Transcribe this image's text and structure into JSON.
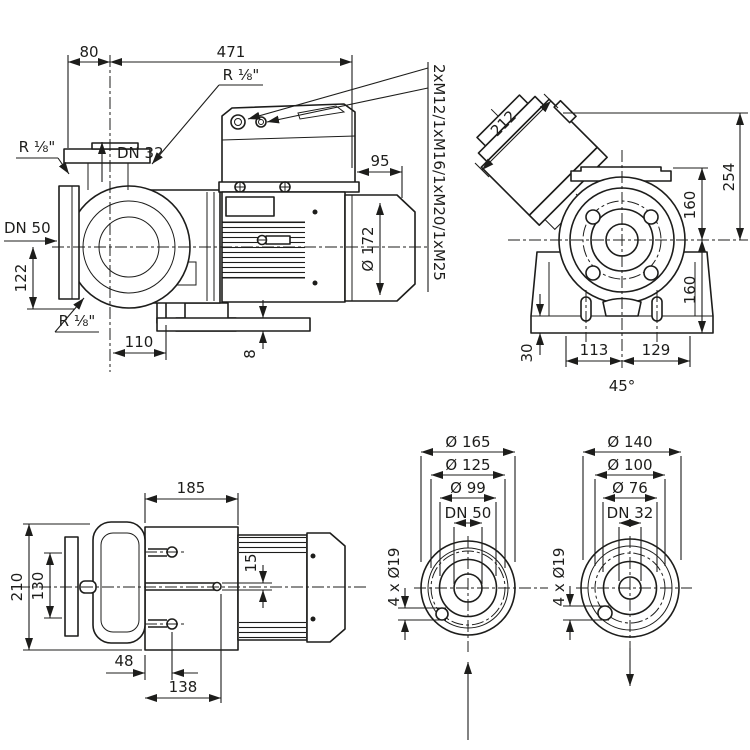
{
  "meta": {
    "background": "#ffffff",
    "ink": "#1d1d1b",
    "drawing_type": "pump dimensional drawing, 4 views"
  },
  "labels": {
    "side": {
      "d80": "80",
      "d471": "471",
      "r_top": "R ⅛\"",
      "r_left": "R ⅛\"",
      "r_bottom": "R ⅛\"",
      "dn32": "DN 32",
      "dn50": "DN 50",
      "d122": "122",
      "d110": "110",
      "d8": "8",
      "d95": "95",
      "d172": "Ø 172",
      "glands": "2xM12/1xM16/1xM20/1xM25"
    },
    "front": {
      "d212": "212",
      "d254": "254",
      "d160a": "160",
      "d160b": "160",
      "d30": "30",
      "d113": "113",
      "d129": "129",
      "a45": "45°"
    },
    "plan": {
      "d185": "185",
      "d210": "210",
      "d130": "130",
      "d15": "15",
      "d48": "48",
      "d138": "138"
    },
    "flange_dn50": {
      "da": "Ø 165",
      "db": "Ø 125",
      "dc": "Ø 99",
      "dn": "DN 50",
      "holes": "4 x Ø19"
    },
    "flange_dn32": {
      "da": "Ø 140",
      "db": "Ø 100",
      "dc": "Ø 76",
      "dn": "DN 32",
      "holes": "4 x Ø19"
    }
  }
}
